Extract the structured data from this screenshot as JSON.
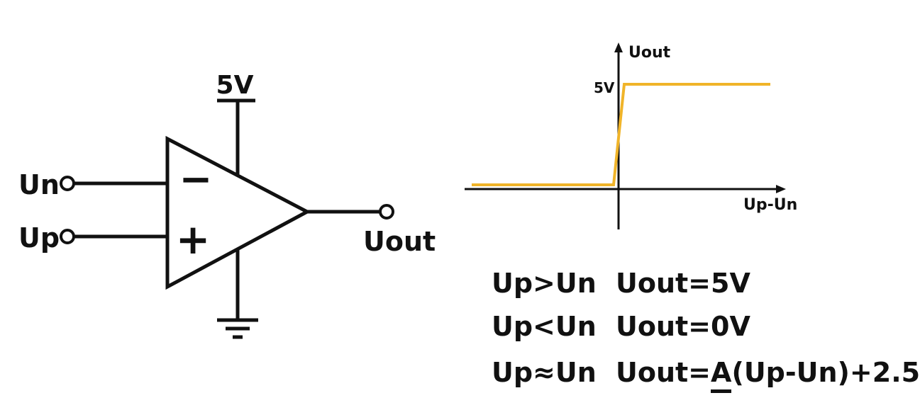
{
  "circuit": {
    "supply_label": "5V",
    "input_inverting_label": "Un",
    "input_noninverting_label": "Up",
    "output_label": "Uout",
    "minus_symbol": "−",
    "plus_symbol": "+"
  },
  "transfer_graph": {
    "y_axis_label": "Uout",
    "x_axis_label": "Up-Un",
    "level_label": "5V",
    "trace_color": "#F0B429",
    "level_label_color": "#3A6BC8"
  },
  "equations": [
    {
      "condition": "Up>Un",
      "result": "Uout=5V"
    },
    {
      "condition": "Up<Un",
      "result": "Uout=0V"
    },
    {
      "condition": "Up≈Un",
      "result_prefix": "Uout=",
      "result_gain": "A",
      "result_suffix": "(Up-Un)+2.5"
    }
  ]
}
